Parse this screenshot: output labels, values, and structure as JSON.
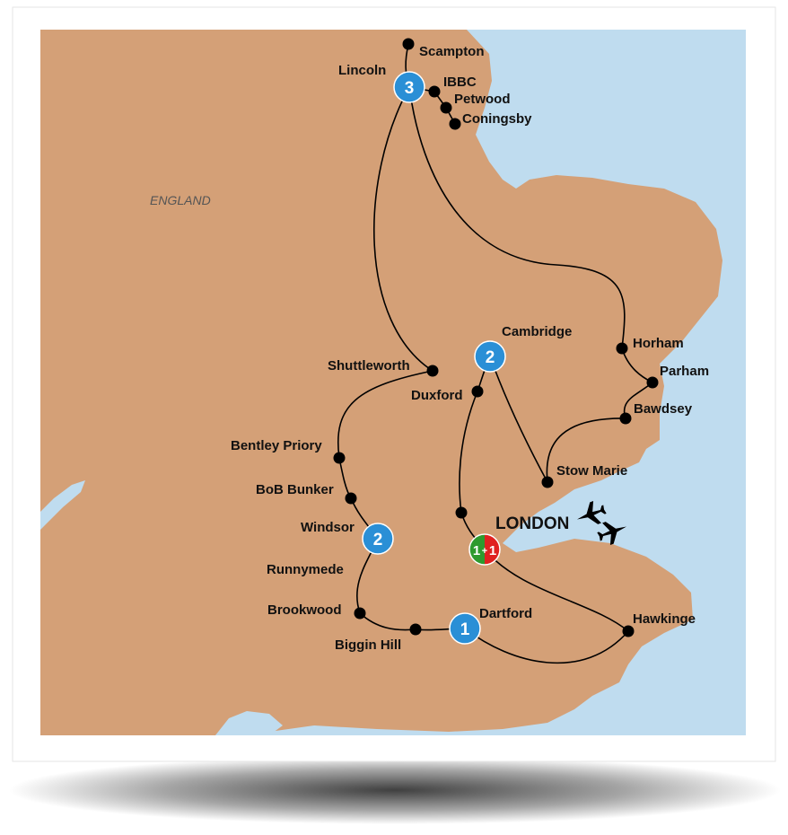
{
  "region_label": "ENGLAND",
  "colors": {
    "land": "#d4a077",
    "sea": "#bfdcef",
    "route": "#000000",
    "stop_badge": "#2a8fd6",
    "start_half": "#2e9a2e",
    "end_half": "#e02020"
  },
  "stops": [
    {
      "name": "Scampton",
      "label": "Scampton"
    },
    {
      "name": "Lincoln",
      "label": "Lincoln",
      "nights": "3"
    },
    {
      "name": "IBBC",
      "label": "IBBC"
    },
    {
      "name": "Petwood",
      "label": "Petwood"
    },
    {
      "name": "Coningsby",
      "label": "Coningsby"
    },
    {
      "name": "Horham",
      "label": "Horham"
    },
    {
      "name": "Parham",
      "label": "Parham"
    },
    {
      "name": "Bawdsey",
      "label": "Bawdsey"
    },
    {
      "name": "Stow Marie",
      "label": "Stow Marie"
    },
    {
      "name": "Cambridge",
      "label": "Cambridge",
      "nights": "2"
    },
    {
      "name": "Duxford",
      "label": "Duxford"
    },
    {
      "name": "Shuttleworth",
      "label": "Shuttleworth"
    },
    {
      "name": "Bentley Priory",
      "label": "Bentley Priory"
    },
    {
      "name": "BoB Bunker",
      "label": "BoB Bunker"
    },
    {
      "name": "Windsor",
      "label": "Windsor",
      "nights": "2"
    },
    {
      "name": "Runnymede",
      "label": "Runnymede"
    },
    {
      "name": "Brookwood",
      "label": "Brookwood"
    },
    {
      "name": "Biggin Hill",
      "label": "Biggin Hill"
    },
    {
      "name": "Dartford",
      "label": "Dartford",
      "nights": "1"
    },
    {
      "name": "Hawkinge",
      "label": "Hawkinge"
    }
  ],
  "london": {
    "label": "LONDON",
    "start_nights": "1",
    "end_nights": "1",
    "icon": "airplane-icon"
  }
}
